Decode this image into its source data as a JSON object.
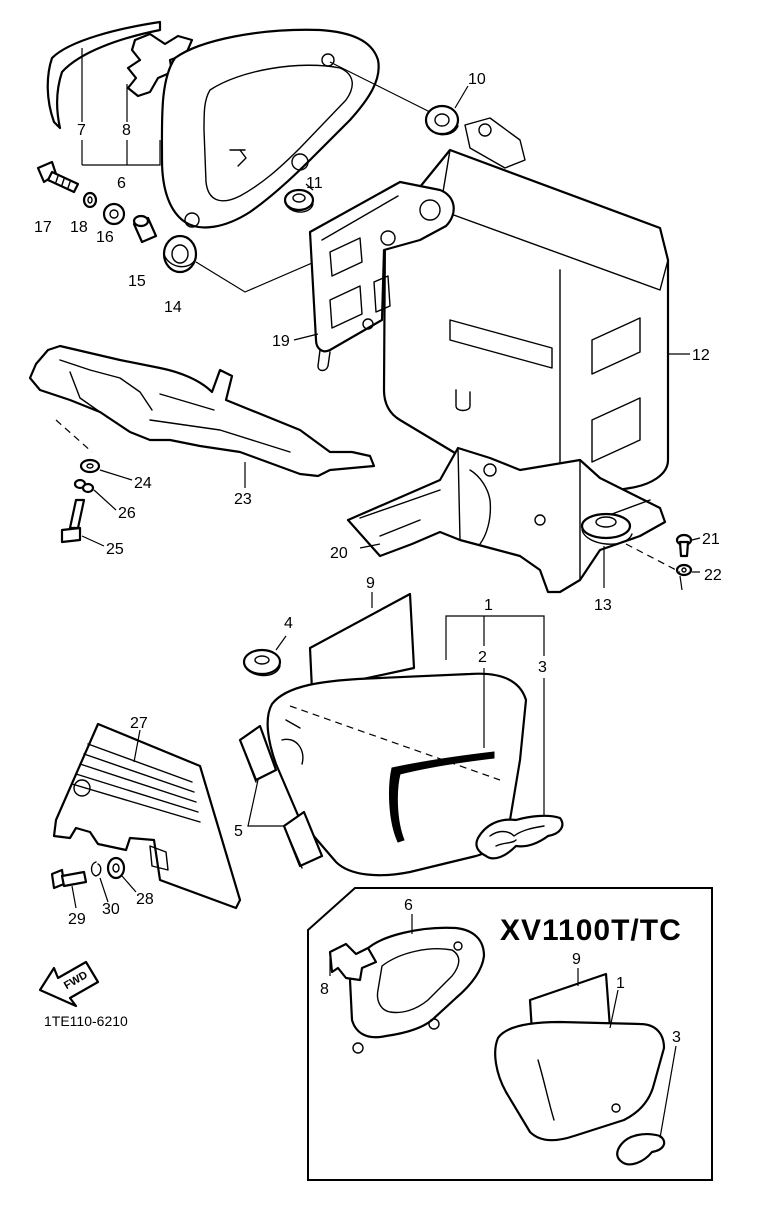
{
  "model_label": "XV1100T/TC",
  "diagram_code": "1TE110-6210",
  "fwd_label": "FWD",
  "part_numbers": {
    "n1": "1",
    "n2": "2",
    "n3": "3",
    "n4": "4",
    "n5": "5",
    "n6": "6",
    "n7": "7",
    "n8": "8",
    "n9": "9",
    "n10": "10",
    "n11": "11",
    "n12": "12",
    "n13": "13",
    "n14": "14",
    "n15": "15",
    "n16": "16",
    "n17": "17",
    "n18": "18",
    "n19": "19",
    "n20": "20",
    "n21": "21",
    "n22": "22",
    "n23": "23",
    "n24": "24",
    "n25": "25",
    "n26": "26",
    "n27": "27",
    "n28": "28",
    "n29": "29",
    "n30": "30"
  },
  "inset_part_numbers": {
    "n6": "6",
    "n8": "8",
    "n9": "9",
    "n1": "1",
    "n3": "3"
  }
}
